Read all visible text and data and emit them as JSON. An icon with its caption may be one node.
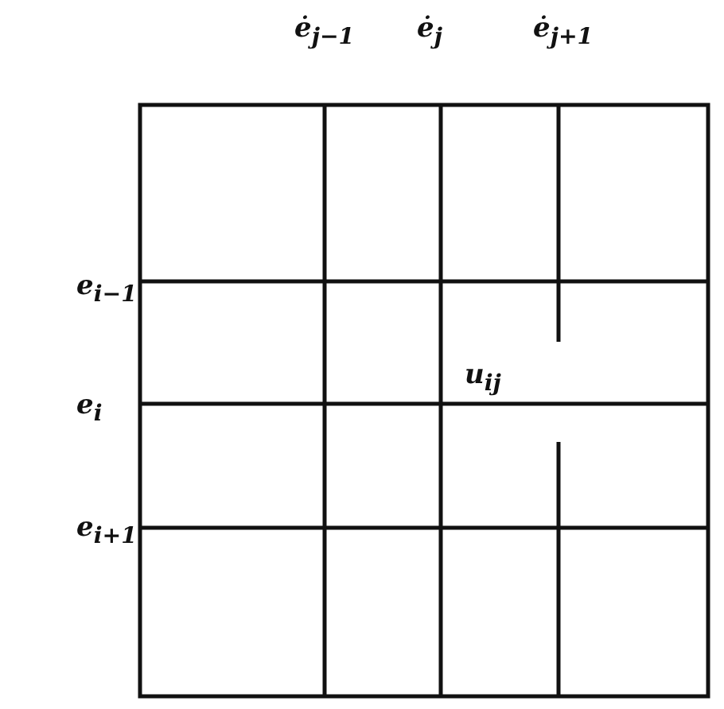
{
  "diagram": {
    "labels": [
      "ė$_{j−1}$",
      "ė$_{j}$",
      "ė$_{j+1}$",
      "e$_{i−1}$",
      "u$_{ij}$",
      "e$_{i}$",
      "e$_{i+1}$"
    ]
  }
}
